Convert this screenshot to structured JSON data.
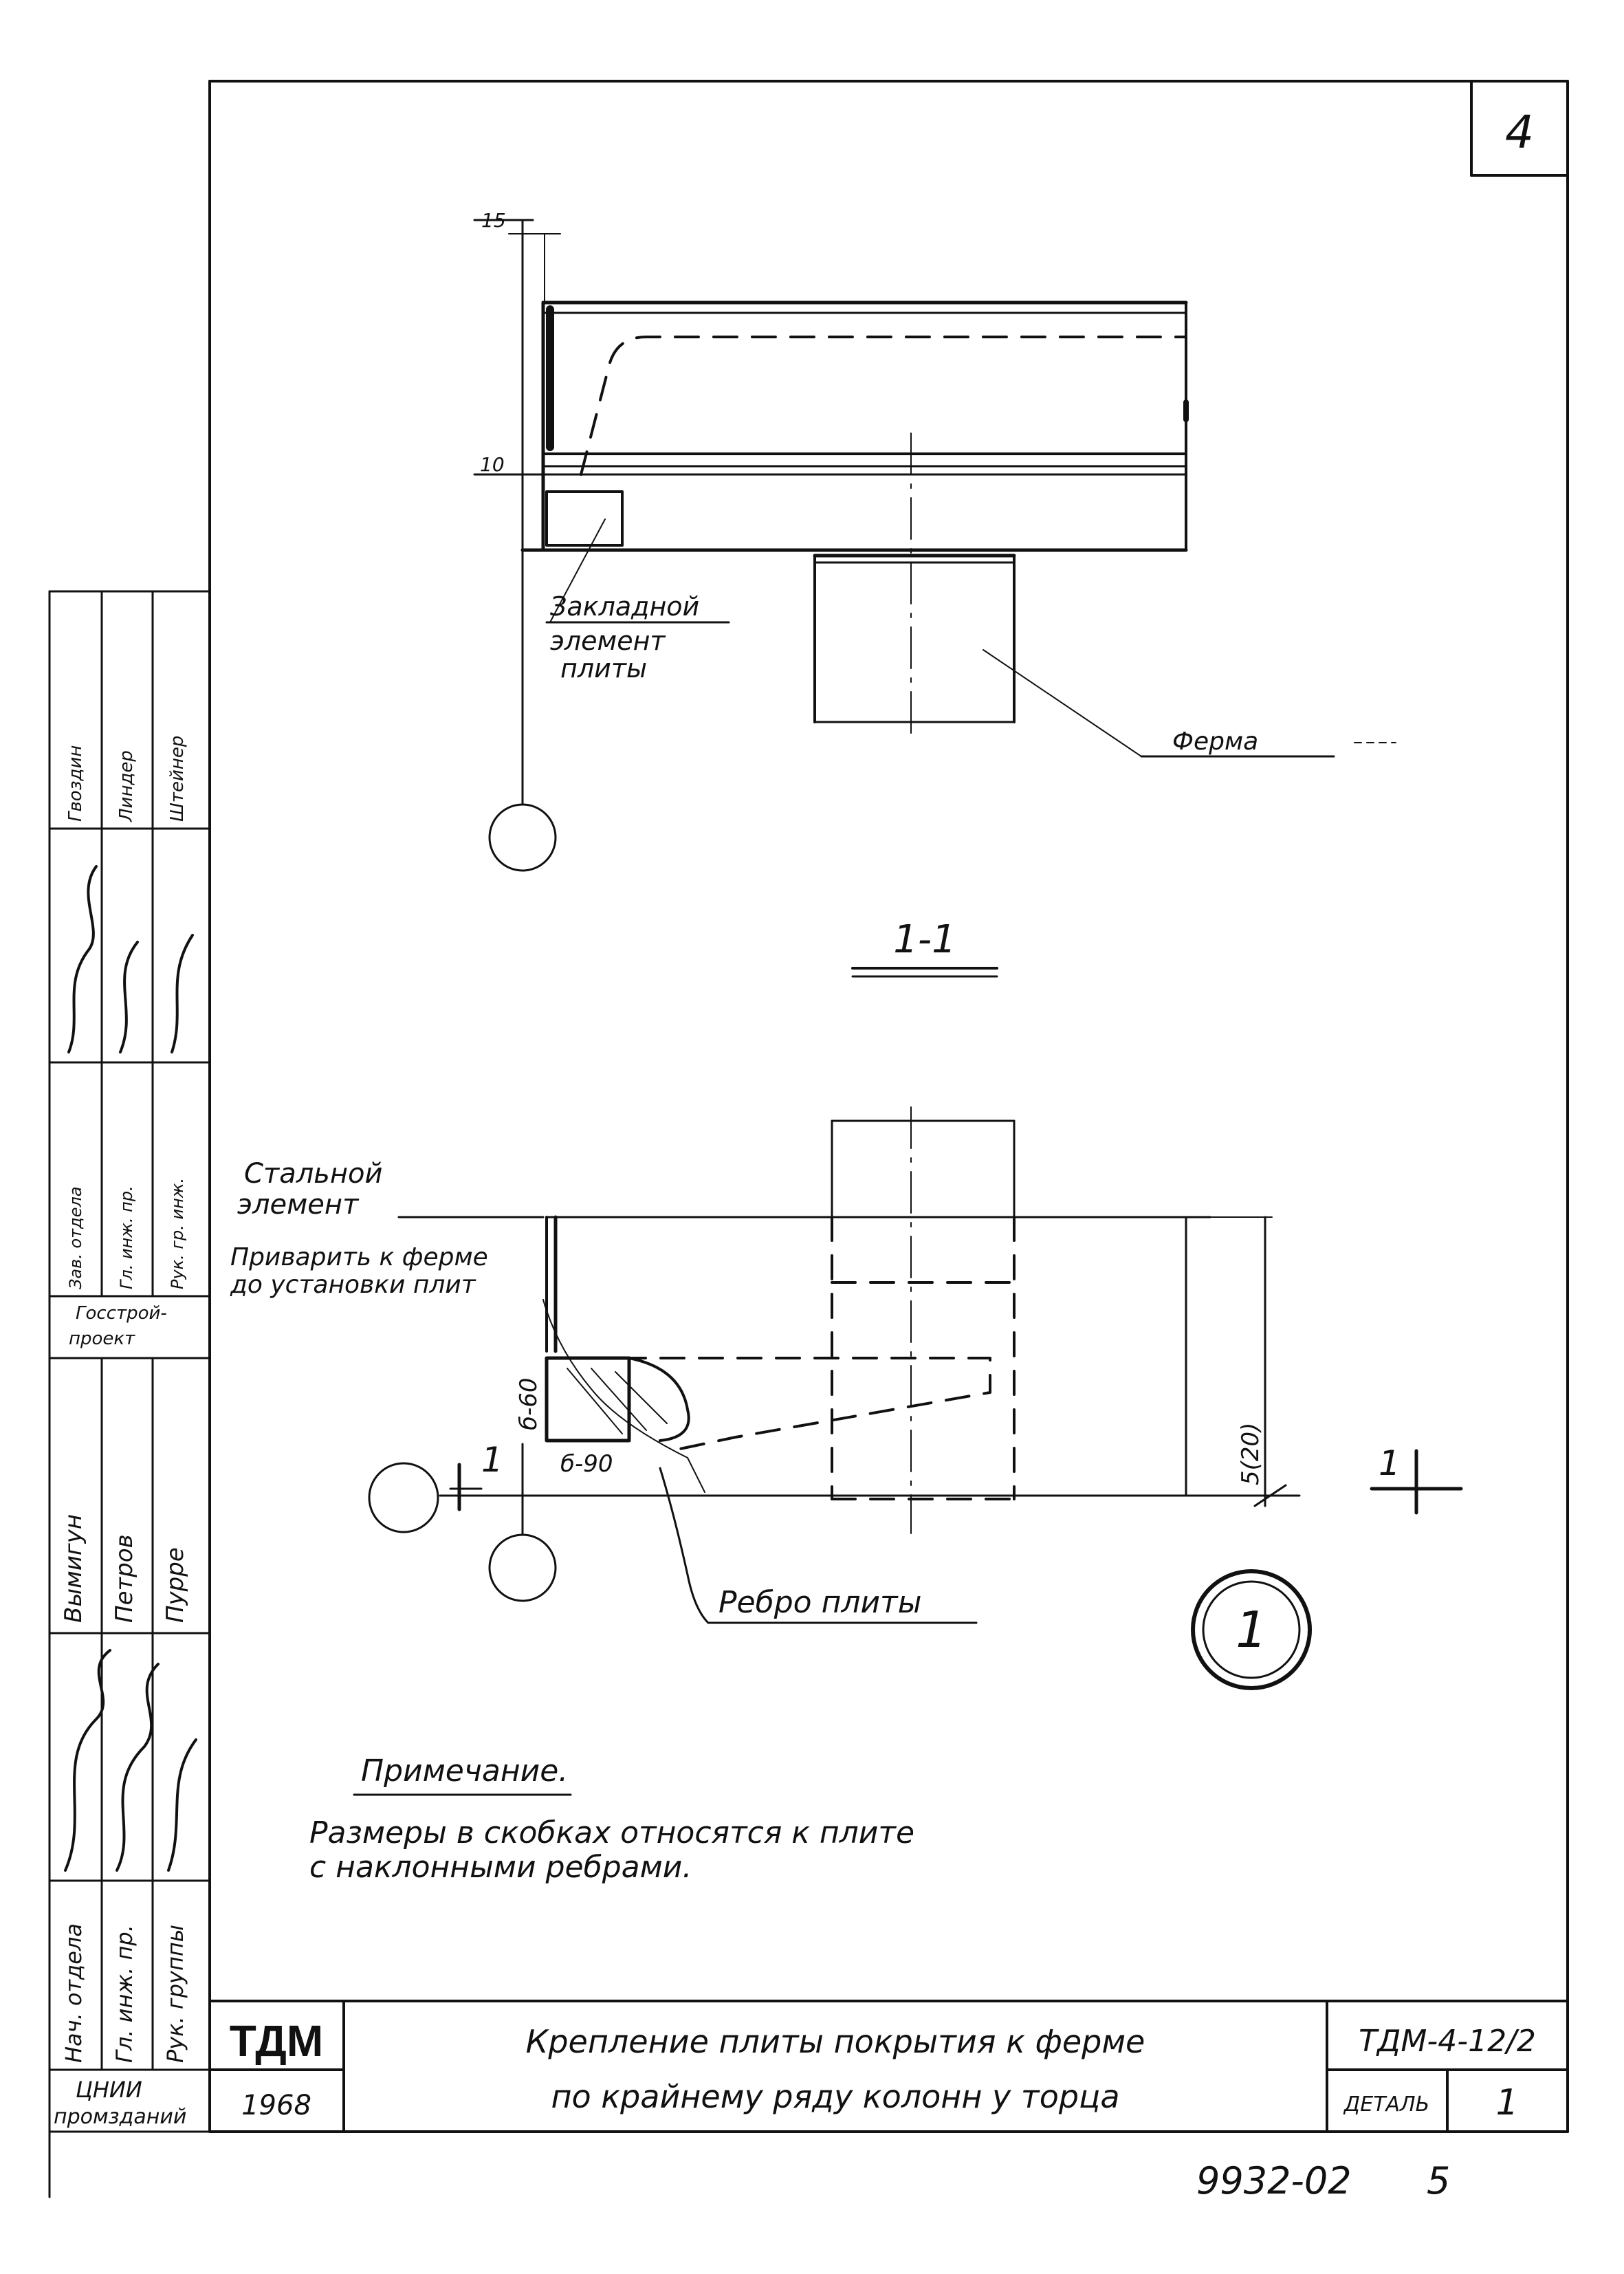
{
  "sheet": {
    "number": "4",
    "bottom_code": "9932-02",
    "bottom_page": "5"
  },
  "section_label": "1-1",
  "top_view": {
    "dim_15": "15",
    "dim_10": "10",
    "label_embedded_line1": "Закладной",
    "label_embedded_line2": "элемент",
    "label_embedded_line3": "плиты",
    "label_truss": "Ферма"
  },
  "bottom_view": {
    "label_steel_line1": "Стальной",
    "label_steel_line2": "элемент",
    "label_weld_line1": "Приварить к ферме",
    "label_weld_line2": "до установки плит",
    "dim_660": "б-60",
    "dim_690": "б-90",
    "dim_520": "5(20)",
    "cut_mark_left": "1",
    "cut_mark_right": "1",
    "label_rib": "Ребро плиты",
    "detail_number": "1"
  },
  "note": {
    "title": "Примечание.",
    "line1": "Размеры в скобках относятся к плите",
    "line2": "с наклонными ребрами."
  },
  "title_block": {
    "org": "ТДМ",
    "year": "1968",
    "title_line1": "Крепление плиты покрытия к ферме",
    "title_line2": "по крайнему ряду колонн у торца",
    "doc_code": "ТДМ-4-12/2",
    "detail_label": "ДЕТАЛЬ",
    "detail_value": "1"
  },
  "side_stamp": {
    "institute_line1": "ЦНИИ",
    "institute_line2": "промзданий",
    "roles": [
      "Нач. отдела",
      "Гл. инж. пр.",
      "Рук. группы"
    ],
    "names1": [
      "Вымигун",
      "Петров",
      "Пурре"
    ],
    "org2_line1": "Госстрой-",
    "org2_line2": "проект",
    "roles2": [
      "Зав. отдела",
      "Гл. инж. пр.",
      "Рук. гр. инж."
    ],
    "names2": [
      "Гвоздин",
      "Линдер",
      "Штейнер"
    ]
  }
}
